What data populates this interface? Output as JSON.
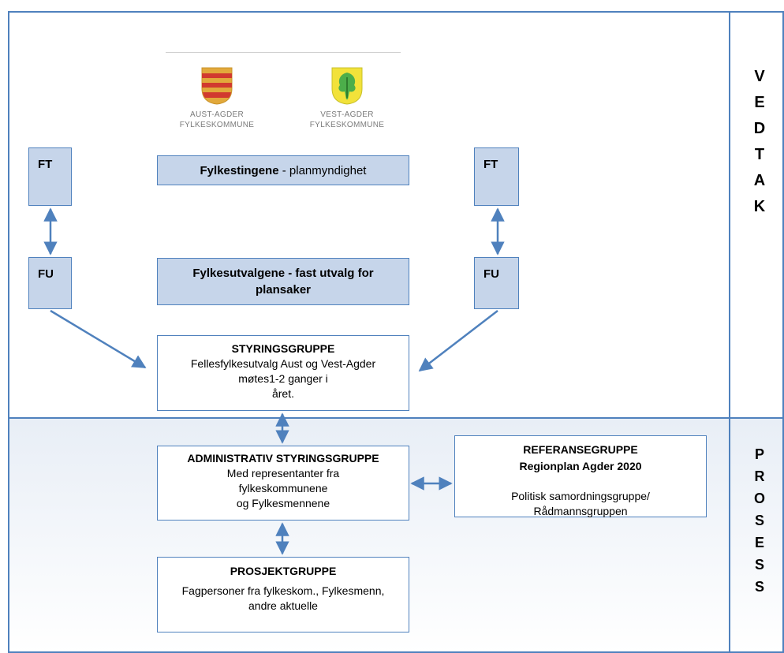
{
  "logos": {
    "aust": {
      "line1": "AUST-AGDER",
      "line2": "FYLKESKOMMUNE"
    },
    "vest": {
      "line1": "VEST-AGDER",
      "line2": "FYLKESKOMMUNE"
    }
  },
  "left": {
    "ft": "FT",
    "fu": "FU"
  },
  "right": {
    "ft": "FT",
    "fu": "FU"
  },
  "fylkestingene": {
    "bold": "Fylkestingene",
    "rest": " - planmyndighet"
  },
  "fylkesutvalgene": {
    "line1": "Fylkesutvalgene - fast utvalg for",
    "line2": "plansaker"
  },
  "styringsgruppe": {
    "title": "STYRINGSGRUPPE",
    "line1": "Fellesfylkesutvalg Aust og Vest-Agder",
    "line2": "møtes1-2 ganger i",
    "line3": "året."
  },
  "admin": {
    "title": "ADMINISTRATIV STYRINGSGRUPPE",
    "line1": "Med representanter fra",
    "line2": "fylkeskommunene",
    "line3": "og Fylkesmennene"
  },
  "referanse": {
    "title": "REFERANSEGRUPPE",
    "subtitle": "Regionplan Agder 2020",
    "line1": "Politisk samordningsgruppe/",
    "line2": "Rådmannsgruppen"
  },
  "prosjekt": {
    "title": "PROSJEKTGRUPPE",
    "line1": "Fagpersoner fra fylkeskom., Fylkesmenn,",
    "line2": "andre aktuelle"
  },
  "side": {
    "vedtak": [
      "V",
      "E",
      "D",
      "T",
      "A",
      "K"
    ],
    "prosess": [
      "P",
      "R",
      "O",
      "S",
      "E",
      "S",
      "S"
    ]
  },
  "colors": {
    "accent": "#4f81bd",
    "box_fill": "#c6d5ea",
    "arrow": "#4f81bd"
  }
}
